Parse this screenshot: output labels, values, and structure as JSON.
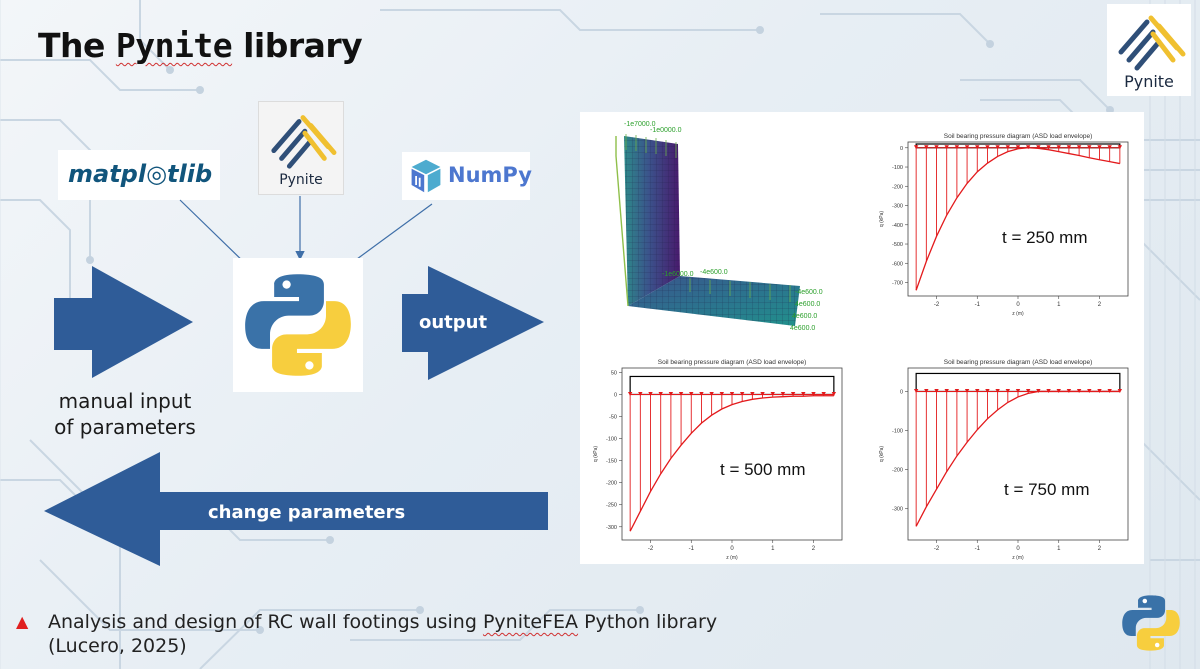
{
  "slide": {
    "title_prefix": "The ",
    "title_mono": "Pynite",
    "title_suffix": " library",
    "logos": {
      "matplotlib": "matpl◎tlib",
      "pynite_center": "Pynite",
      "numpy": "NumPy",
      "pynite_corner": "Pynite"
    },
    "arrows": {
      "input_label_line1": "manual input",
      "input_label_line2": "of parameters",
      "output_label": "output",
      "change_label": "change parameters"
    },
    "figure": {
      "panel_250_label": "t = 250 mm",
      "panel_500_label": "t = 500 mm",
      "panel_750_label": "t = 750 mm",
      "plot_title": "Soil bearing pressure diagram (ASD load envelope)",
      "y_label": "q (kPa)",
      "x_label": "z (m)",
      "model_labels": [
        "-1e7000.0",
        "-1e0000.0",
        "-1e6000.0",
        "-4e600.0",
        "-4e600.0",
        "4e600.0",
        "4e600.0",
        "4e600.0"
      ]
    },
    "footer": {
      "bullet": "▲",
      "text_before": "Analysis and design of RC wall footings using ",
      "text_link": "PyniteFEA",
      "text_after": " Python library",
      "line2": "(Lucero, 2025)"
    },
    "colors": {
      "arrow_blue": "#2f5c98",
      "bullet_red": "#e02020",
      "plot_red": "#e31a1c",
      "python_blue": "#3a72a8",
      "python_yellow": "#f7ce3e"
    }
  },
  "chart_data": [
    {
      "type": "line",
      "title": "Soil bearing pressure diagram (ASD load envelope)",
      "annotation": "t = 250 mm",
      "xlabel": "z (m)",
      "ylabel": "q (kPa)",
      "x_ticks": [
        -2,
        -1,
        0,
        1,
        2
      ],
      "y_ticks": [
        0,
        -100,
        -200,
        -300,
        -400,
        -500,
        -600,
        -700
      ],
      "xlim": [
        -2.7,
        2.7
      ],
      "ylim": [
        -770,
        30
      ],
      "x": [
        -2.5,
        -2.25,
        -2.0,
        -1.75,
        -1.5,
        -1.25,
        -1.0,
        -0.75,
        -0.5,
        -0.25,
        0.0,
        0.25,
        0.5,
        0.75,
        1.0,
        1.25,
        1.5,
        1.75,
        2.0,
        2.25,
        2.5
      ],
      "values": [
        -740,
        -590,
        -460,
        -350,
        -260,
        -185,
        -125,
        -80,
        -45,
        -20,
        -5,
        0,
        -3,
        -10,
        -20,
        -30,
        -40,
        -52,
        -62,
        -72,
        -82
      ]
    },
    {
      "type": "line",
      "title": "Soil bearing pressure diagram (ASD load envelope)",
      "annotation": "t = 500 mm",
      "xlabel": "z (m)",
      "ylabel": "q (kPa)",
      "x_ticks": [
        -2,
        -1,
        0,
        1,
        2
      ],
      "y_ticks": [
        50,
        0,
        -50,
        -100,
        -150,
        -200,
        -250,
        -300
      ],
      "xlim": [
        -2.7,
        2.7
      ],
      "ylim": [
        -330,
        60
      ],
      "x": [
        -2.5,
        -2.25,
        -2.0,
        -1.75,
        -1.5,
        -1.25,
        -1.0,
        -0.75,
        -0.5,
        -0.25,
        0.0,
        0.25,
        0.5,
        0.75,
        1.0,
        1.25,
        1.5,
        1.75,
        2.0,
        2.25,
        2.5
      ],
      "values": [
        -310,
        -265,
        -220,
        -180,
        -145,
        -115,
        -88,
        -65,
        -47,
        -33,
        -23,
        -16,
        -11,
        -8,
        -6,
        -5,
        -4,
        -4,
        -3,
        -3,
        -3
      ]
    },
    {
      "type": "line",
      "title": "Soil bearing pressure diagram (ASD load envelope)",
      "annotation": "t = 750 mm",
      "xlabel": "z (m)",
      "ylabel": "q (kPa)",
      "x_ticks": [
        -2,
        -1,
        0,
        1,
        2
      ],
      "y_ticks": [
        0,
        -100,
        -200,
        -300
      ],
      "xlim": [
        -2.7,
        2.7
      ],
      "ylim": [
        -380,
        60
      ],
      "x": [
        -2.5,
        -2.25,
        -2.0,
        -1.75,
        -1.5,
        -1.25,
        -1.0,
        -0.75,
        -0.5,
        -0.25,
        0.0,
        0.25,
        0.5,
        0.75,
        1.0,
        1.25,
        1.5,
        1.75,
        2.0,
        2.25,
        2.5
      ],
      "values": [
        -345,
        -295,
        -250,
        -205,
        -165,
        -130,
        -98,
        -70,
        -47,
        -28,
        -14,
        -5,
        0,
        0,
        0,
        0,
        0,
        0,
        0,
        0,
        0
      ]
    }
  ]
}
